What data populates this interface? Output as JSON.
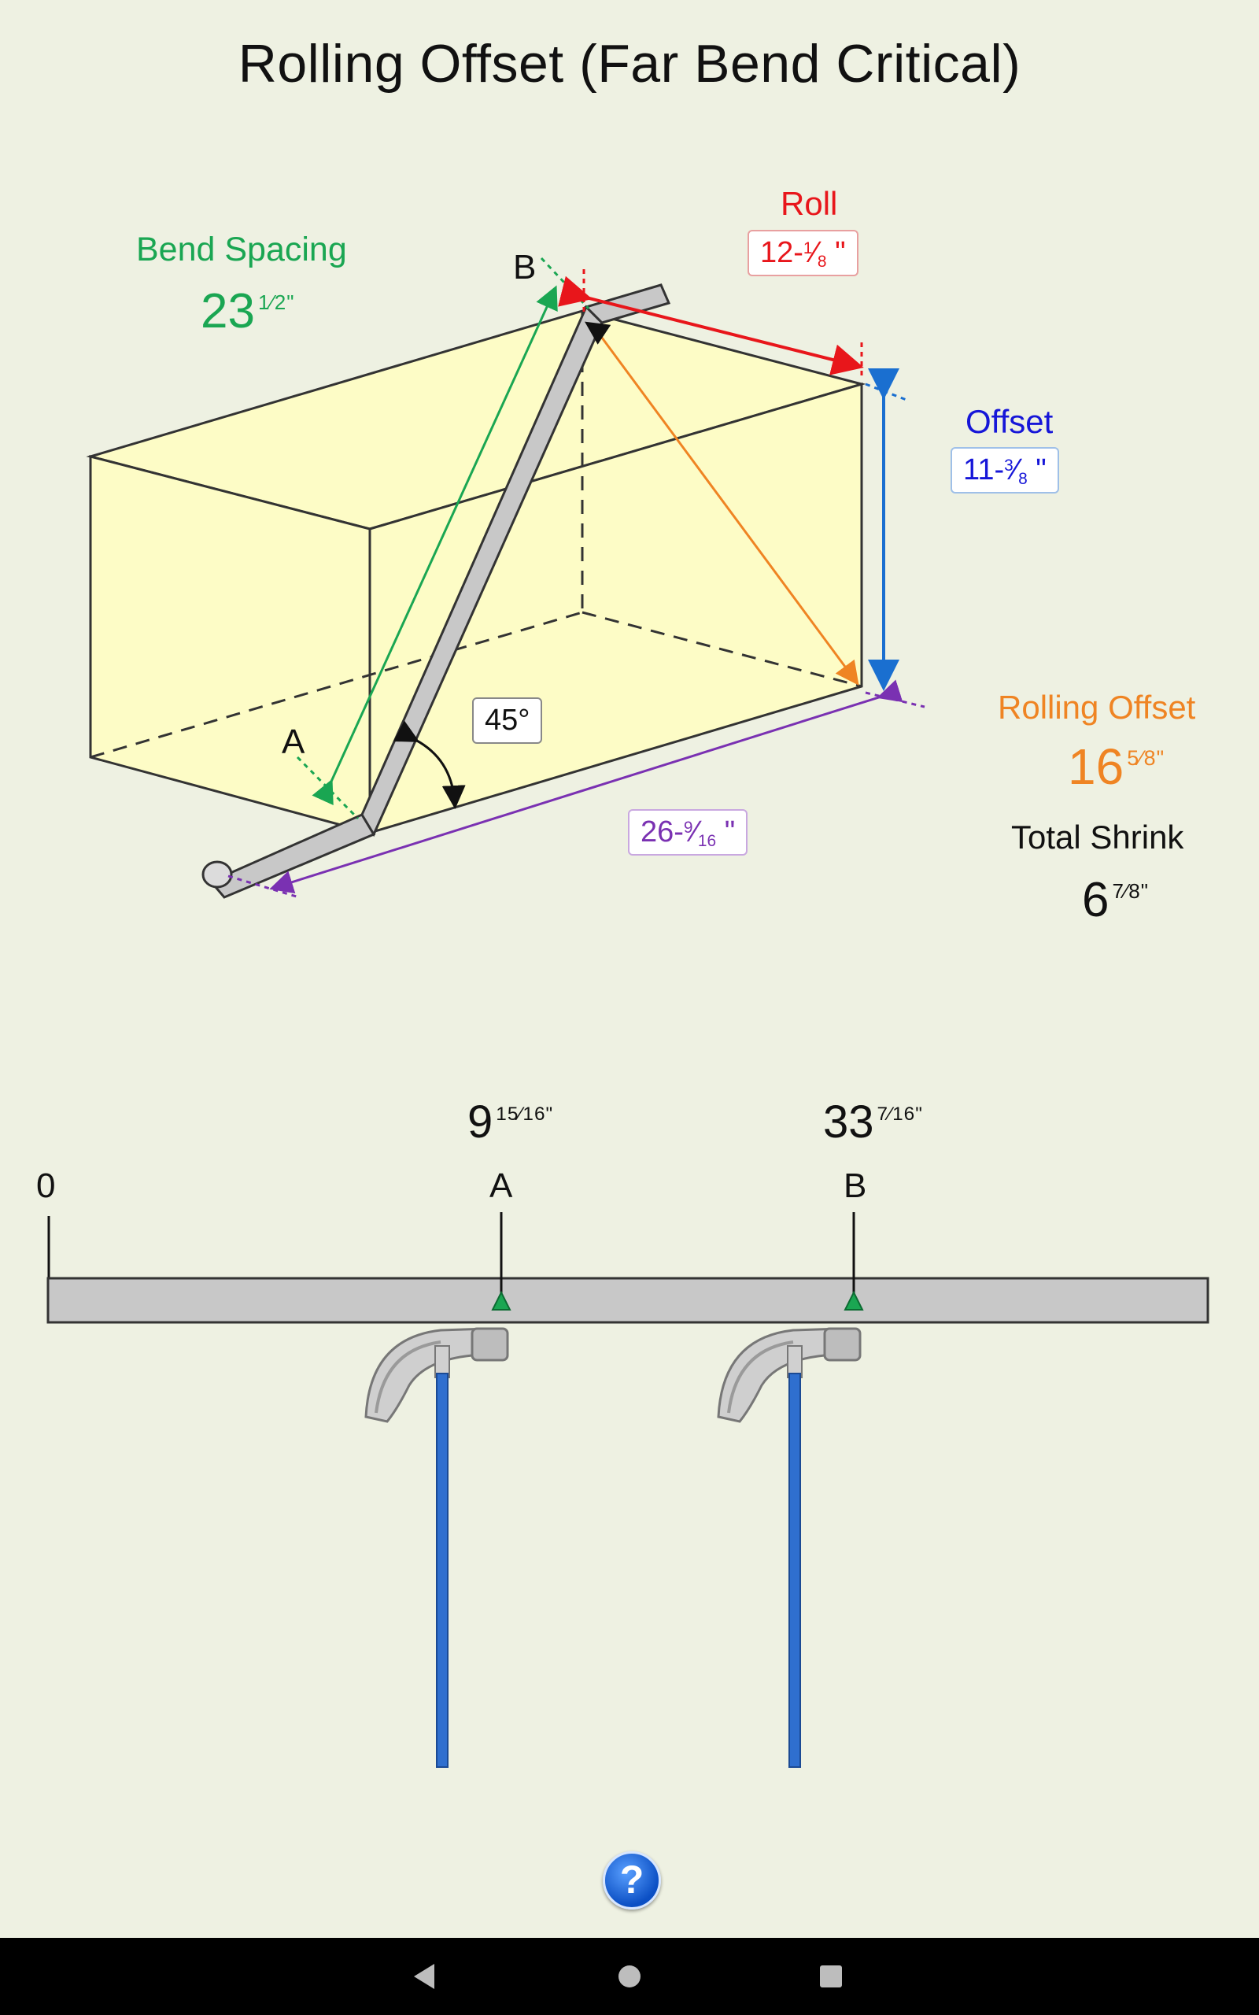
{
  "title": "Rolling Offset (Far Bend Critical)",
  "colors": {
    "background": "#eef1e2",
    "box_fill": "#fdfcc6",
    "bend_spacing": "#1aa652",
    "roll": "#e8161b",
    "offset": "#1616d8",
    "rolling_offset": "#ef8423",
    "advance": "#7a31b2",
    "pipe": "#c8c8c8",
    "bender_handle": "#2f6fcf"
  },
  "diagram": {
    "bend_spacing": {
      "label": "Bend Spacing",
      "whole": "23",
      "fraction": "1⁄2\""
    },
    "roll": {
      "label": "Roll",
      "whole": "12-",
      "num": "1",
      "den": "8",
      "unit": " \""
    },
    "offset": {
      "label": "Offset",
      "whole": "11-",
      "num": "3",
      "den": "8",
      "unit": " \""
    },
    "angle": "45°",
    "advance": {
      "whole": "26-",
      "num": "9",
      "den": "16",
      "unit": " \""
    },
    "rolling_offset": {
      "label": "Rolling Offset",
      "whole": "16",
      "fraction": "5⁄8\""
    },
    "total_shrink": {
      "label": "Total Shrink",
      "whole": "6",
      "fraction": "7⁄8\""
    },
    "point_a": "A",
    "point_b": "B"
  },
  "layout_strip": {
    "zero": "0",
    "mark_a": {
      "label": "A",
      "whole": "9",
      "fraction": "15⁄16\""
    },
    "mark_b": {
      "label": "B",
      "whole": "33",
      "fraction": "7⁄16\""
    }
  },
  "nav": {
    "back": "back-icon",
    "home": "home-icon",
    "recents": "recents-icon"
  }
}
